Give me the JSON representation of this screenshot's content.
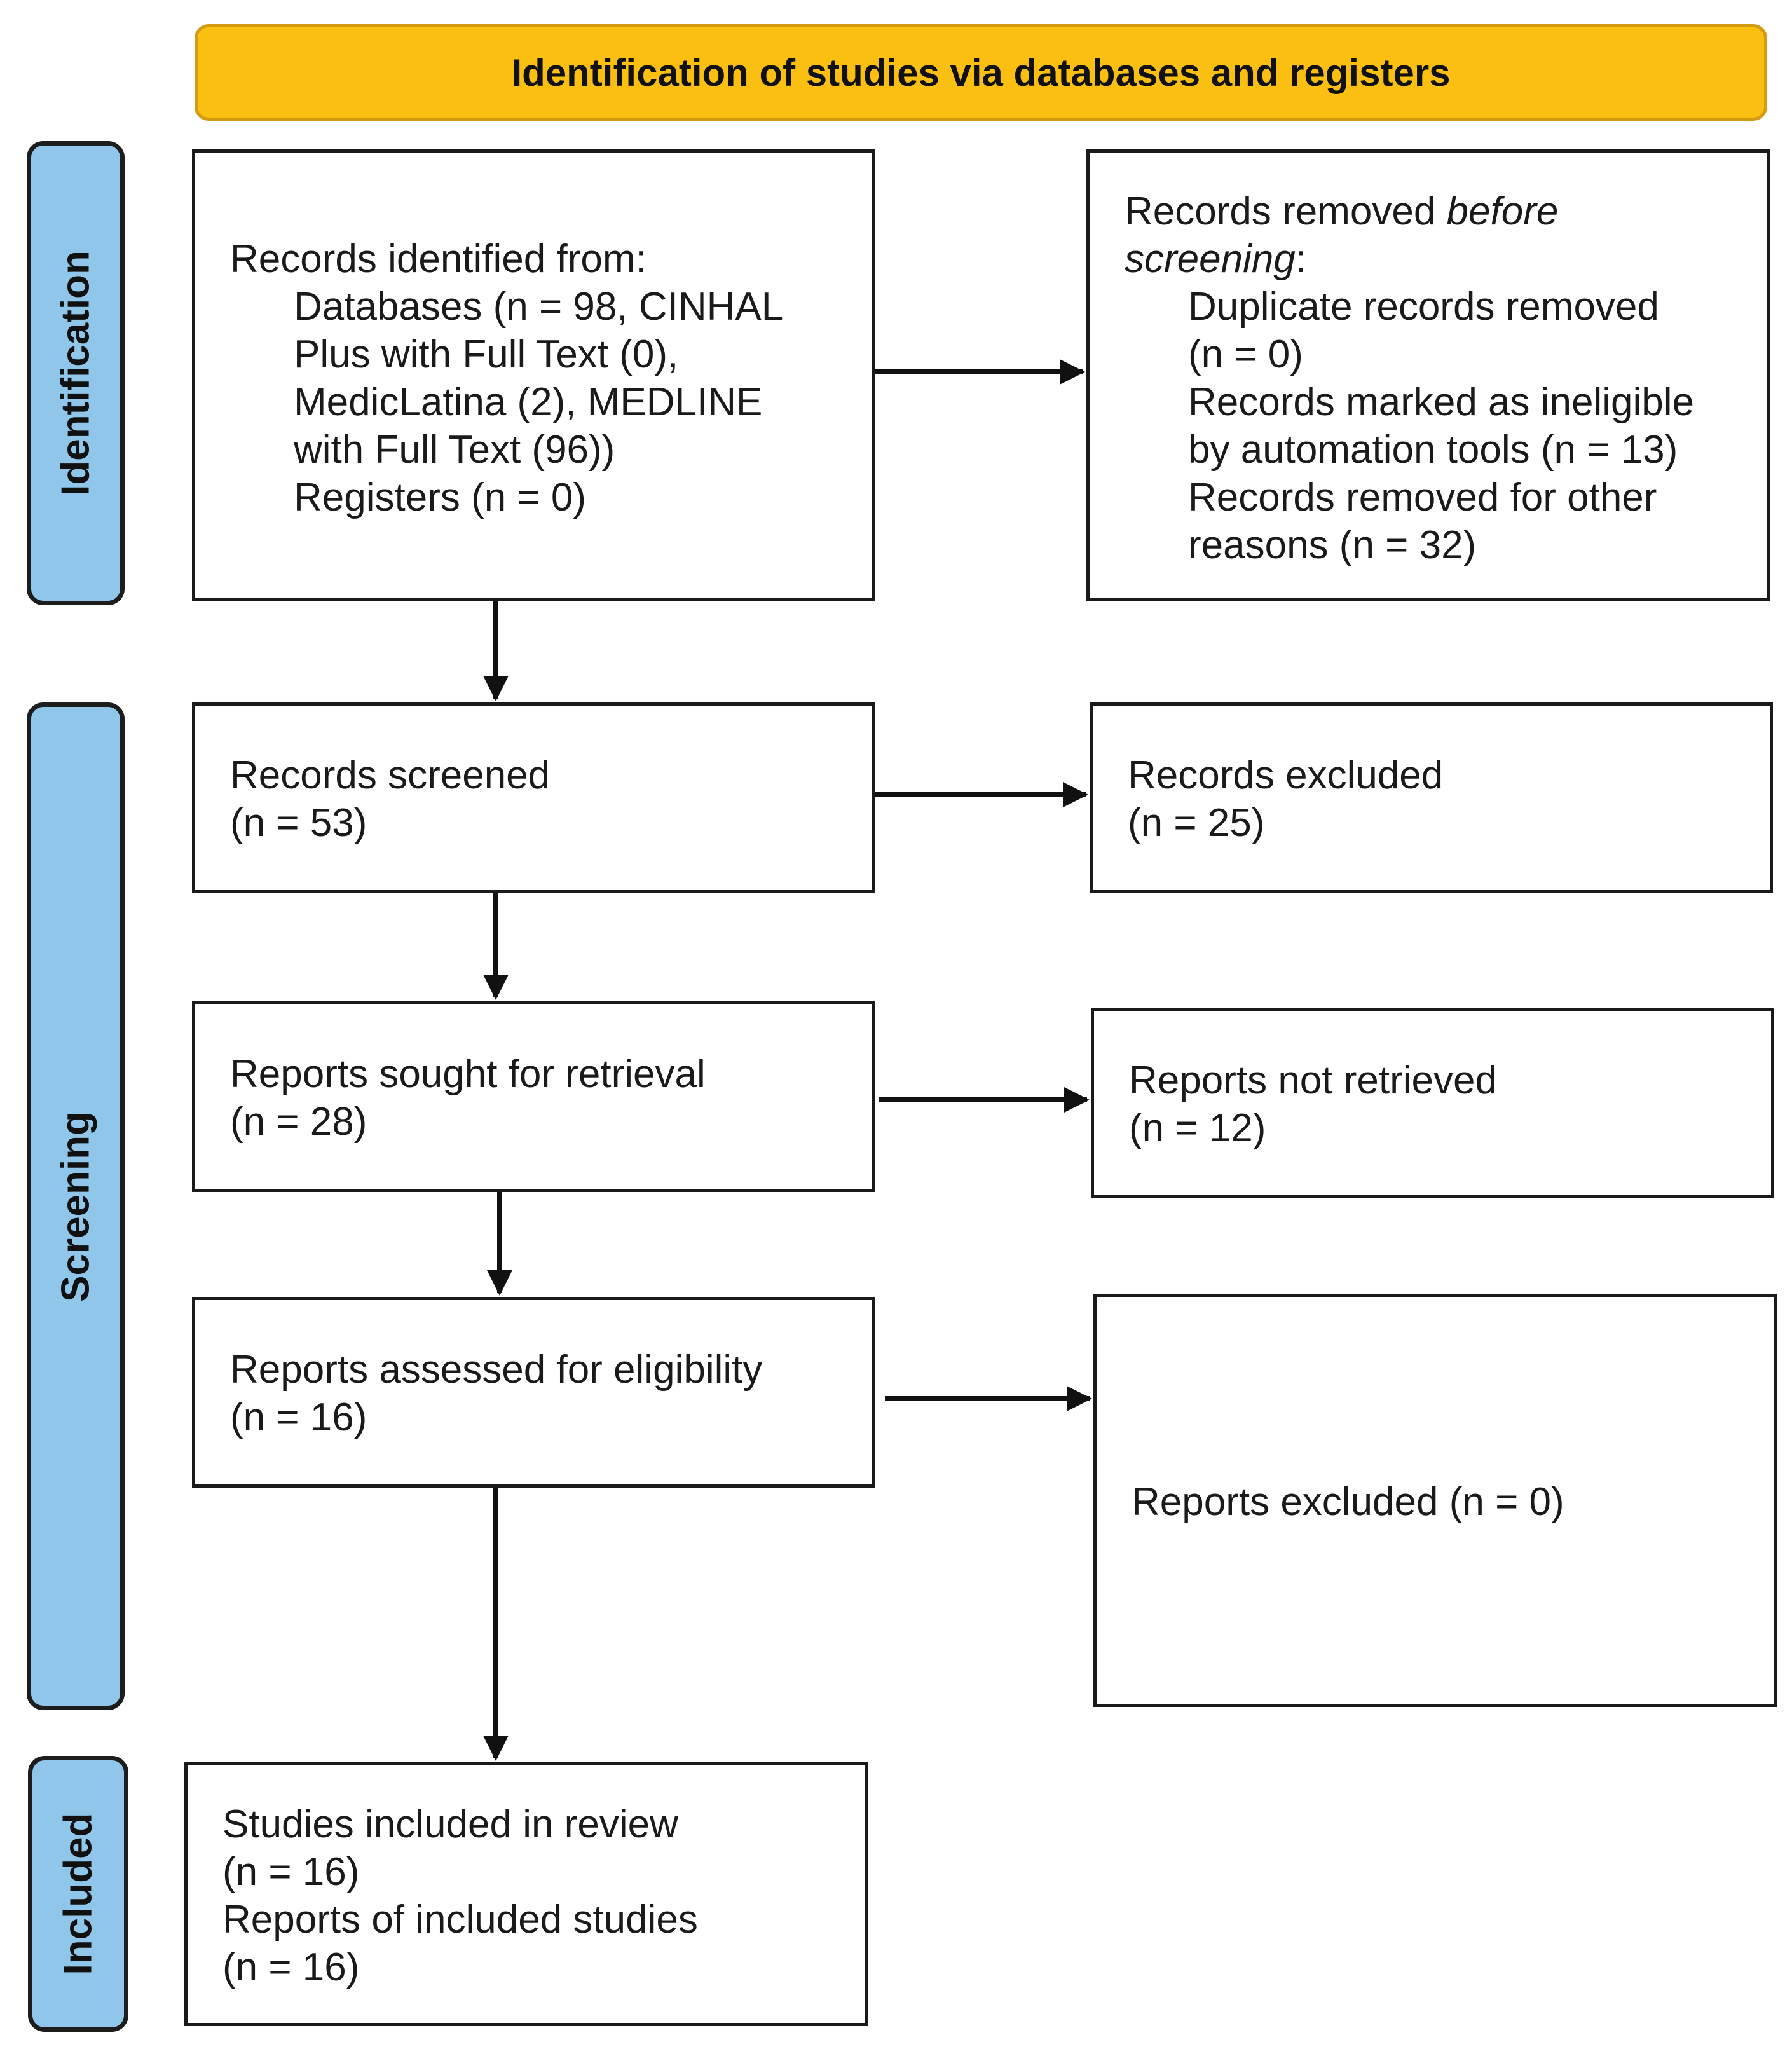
{
  "header": {
    "title": "Identification of studies via databases and registers"
  },
  "phases": {
    "identification": "Identification",
    "screening": "Screening",
    "included": "Included"
  },
  "identified": {
    "heading": "Records identified from:",
    "lines": [
      "Databases (n = 98, CINHAL",
      "Plus with Full Text (0),",
      "MedicLatina (2), MEDLINE",
      "with Full Text (96))",
      "Registers (n = 0)"
    ]
  },
  "removed": {
    "heading_prefix": "Records removed ",
    "heading_italic_1": "before",
    "heading_italic_2": "screening",
    "heading_suffix": ":",
    "lines": [
      "Duplicate records removed",
      "(n = 0)",
      "Records marked as ineligible",
      "by automation tools (n = 13)",
      "Records removed for other",
      "reasons (n = 32)"
    ]
  },
  "screened": {
    "label": "Records screened",
    "count": "(n = 53)"
  },
  "excluded": {
    "label": "Records excluded",
    "count": "(n = 25)"
  },
  "sought": {
    "label": "Reports sought for retrieval",
    "count": "(n = 28)"
  },
  "not_retrieved": {
    "label": "Reports not retrieved",
    "count": "(n = 12)"
  },
  "assessed": {
    "label": "Reports assessed for eligibility",
    "count": "(n = 16)"
  },
  "reports_excluded": {
    "label": "Reports excluded (n = 0)"
  },
  "included_box": {
    "studies_label": "Studies included in review",
    "studies_count": "(n = 16)",
    "reports_label": "Reports of included studies",
    "reports_count": "(n = 16)"
  }
}
